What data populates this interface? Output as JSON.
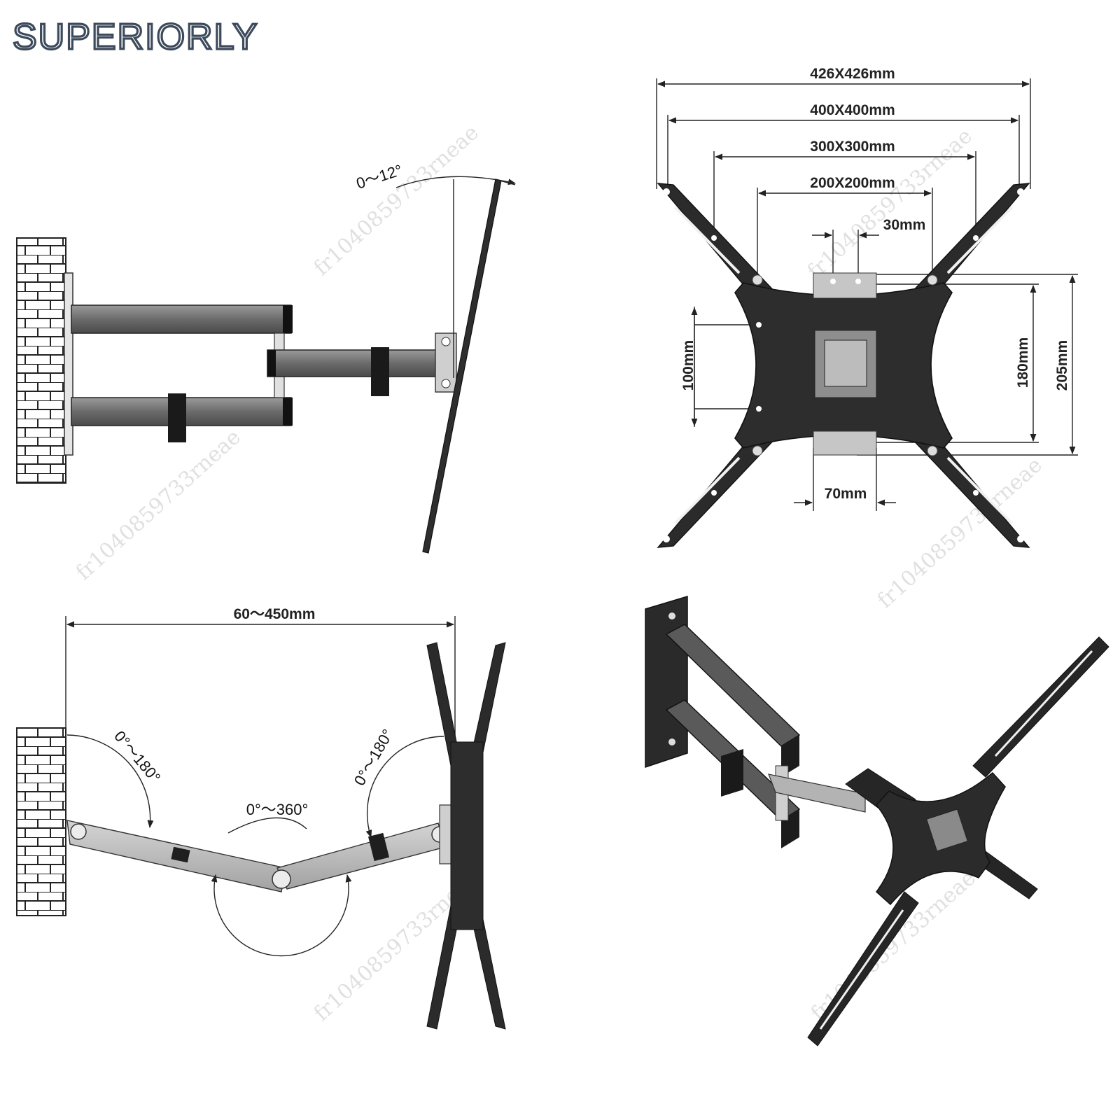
{
  "brand": "SUPERIORLY",
  "watermark": "fr1040859733rneae",
  "colors": {
    "arm_dark": "#6e6e6e",
    "arm_light": "#b9b9b9",
    "plate": "#2b2b2b",
    "logo": "#3d4a5c"
  },
  "side_view": {
    "tilt_label": "0～12°"
  },
  "vesa_view": {
    "dims": {
      "d426": "426X426mm",
      "d400": "400X400mm",
      "d300": "300X300mm",
      "d200": "200X200mm",
      "d30": "30mm",
      "d100": "100mm",
      "d180": "180mm",
      "d205": "205mm",
      "d70": "70mm"
    }
  },
  "top_view": {
    "extension": "60～450mm",
    "swivel_wall": "0°～180°",
    "swivel_mid": "0°～360°",
    "swivel_tv": "0°～180°"
  }
}
